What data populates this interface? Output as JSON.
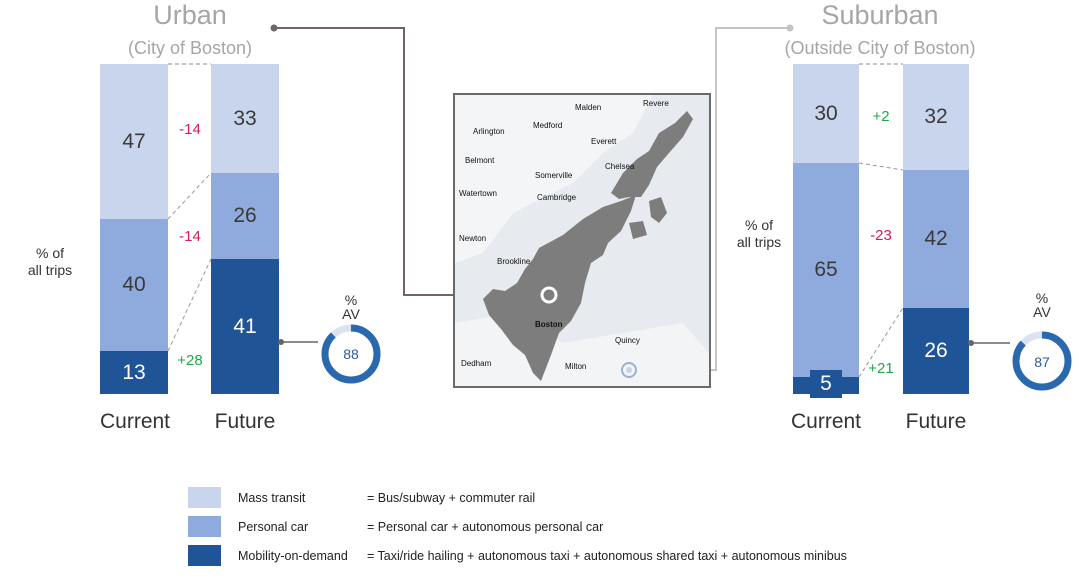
{
  "colors": {
    "mass_transit": "#c9d5ec",
    "personal_car": "#8faadc",
    "mobility_on_demand": "#1f5597",
    "negative": "#d6195c",
    "positive": "#1fa84a"
  },
  "urban": {
    "title": "Urban",
    "subtitle": "(City of Boston)",
    "ylabel_line1": "% of",
    "ylabel_line2": "all trips",
    "av_label_line1": "%",
    "av_label_line2": "AV",
    "av_value": "88",
    "av_fraction": 0.88
  },
  "suburban": {
    "title": "Suburban",
    "subtitle": "(Outside City of Boston)",
    "ylabel_line1": "% of",
    "ylabel_line2": "all trips",
    "av_label_line1": "%",
    "av_label_line2": "AV",
    "av_value": "87",
    "av_fraction": 0.87
  },
  "chart_data": [
    {
      "type": "bar",
      "stacked": true,
      "title": "Urban",
      "subtitle": "(City of Boston)",
      "ylabel": "% of all trips",
      "categories": [
        "Current",
        "Future"
      ],
      "series": [
        {
          "name": "Mass transit",
          "values": [
            47,
            33
          ]
        },
        {
          "name": "Personal car",
          "values": [
            40,
            26
          ]
        },
        {
          "name": "Mobility-on-demand",
          "values": [
            13,
            41
          ]
        }
      ],
      "changes": [
        "-14",
        "-14",
        "+28"
      ],
      "percent_av_future": 88
    },
    {
      "type": "bar",
      "stacked": true,
      "title": "Suburban",
      "subtitle": "(Outside City of Boston)",
      "ylabel": "% of all trips",
      "categories": [
        "Current",
        "Future"
      ],
      "series": [
        {
          "name": "Mass transit",
          "values": [
            30,
            32
          ]
        },
        {
          "name": "Personal car",
          "values": [
            65,
            42
          ]
        },
        {
          "name": "Mobility-on-demand",
          "values": [
            5,
            26
          ]
        }
      ],
      "changes": [
        "+2",
        "-23",
        "+21"
      ],
      "percent_av_future": 87
    }
  ],
  "labels": {
    "urban": {
      "current": {
        "mass": "47",
        "car": "40",
        "mod": "13"
      },
      "future": {
        "mass": "33",
        "car": "26",
        "mod": "41"
      },
      "delta": {
        "mass": "-14",
        "car": "-14",
        "mod": "+28"
      },
      "x_current": "Current",
      "x_future": "Future"
    },
    "suburban": {
      "current": {
        "mass": "30",
        "car": "65",
        "mod": "5"
      },
      "future": {
        "mass": "32",
        "car": "42",
        "mod": "26"
      },
      "delta": {
        "mass": "+2",
        "car": "-23",
        "mod": "+21"
      },
      "x_current": "Current",
      "x_future": "Future"
    }
  },
  "map": {
    "places": [
      "Malden",
      "Revere",
      "Medford",
      "Arlington",
      "Everett",
      "Belmont",
      "Chelsea",
      "Somerville",
      "Watertown",
      "Cambridge",
      "Newton",
      "Brookline",
      "Boston",
      "Quincy",
      "Dedham",
      "Milton"
    ]
  },
  "legend": [
    {
      "name": "Mass transit",
      "definition": "= Bus/subway + commuter rail"
    },
    {
      "name": "Personal car",
      "definition": "= Personal car + autonomous personal car"
    },
    {
      "name": "Mobility-on-demand",
      "definition": "= Taxi/ride hailing + autonomous taxi + autonomous shared taxi + autonomous minibus"
    }
  ]
}
